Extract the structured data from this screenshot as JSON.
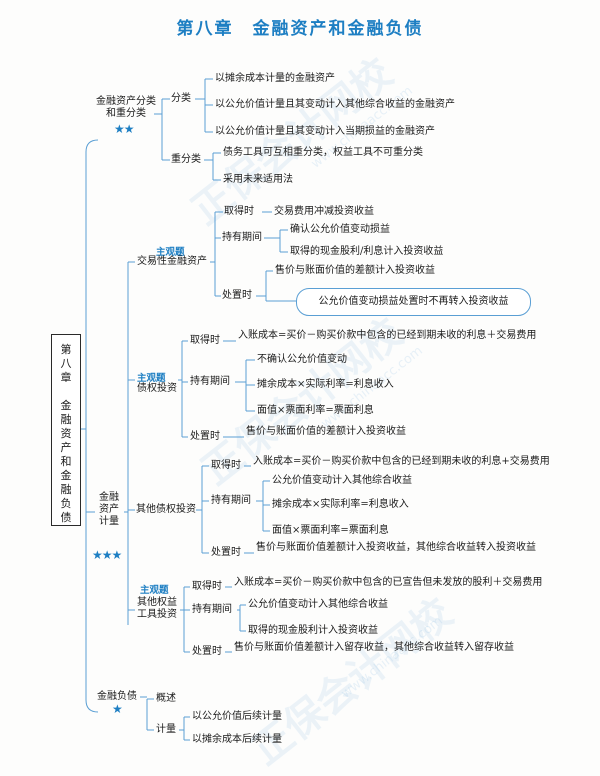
{
  "title": "第八章　金融资产和金融负债",
  "root": "第\n八\n章\n\n金\n融\n资\n产\n和\n金\n融\n负\n债",
  "tag": "主观题",
  "stars": {
    "two": "★★",
    "three": "★★★",
    "one": "★"
  },
  "watermark": {
    "big": "正保会计网校",
    "small": "www.chinaacc.com"
  },
  "classification": {
    "label": "金融资产分类\n和重分类",
    "fenlei": "分类",
    "fenlei_items": [
      "以摊余成本计量的金融资产",
      "以公允价值计量且其变动计入其他综合收益的金融资产",
      "以公允价值计量且其变动计入当期损益的金融资产"
    ],
    "chongfenlei": "重分类",
    "chongfenlei_items": [
      "债务工具可互相重分类，权益工具不可重分类",
      "采用未来适用法"
    ]
  },
  "measurement": {
    "label": "金融\n资产\n计量",
    "trading": {
      "label": "交易性金融资产",
      "acq": "取得时",
      "acq_item": "交易费用冲减投资收益",
      "hold": "持有期间",
      "hold_items": [
        "确认公允价值变动损益",
        "取得的现金股利/利息计入投资收益"
      ],
      "disp": "处置时",
      "disp_item": "售价与账面价值的差额计入投资收益",
      "note": "公允价值变动损益处置时不再转入投资收益"
    },
    "debt": {
      "label": "债权投资",
      "acq": "取得时",
      "acq_item": "入账成本=买价－购买价款中包含的已经到期未收的利息＋交易费用",
      "hold": "持有期间",
      "hold_items": [
        "不确认公允价值变动",
        "摊余成本×实际利率=利息收入",
        "面值×票面利率=票面利息"
      ],
      "disp": "处置时",
      "disp_item": "售价与账面价值的差额计入投资收益"
    },
    "other_debt": {
      "label": "其他债权投资",
      "acq": "取得时",
      "acq_item": "入账成本=买价－购买价款中包含的已经到期未收的利息+交易费用",
      "hold": "持有期间",
      "hold_items": [
        "公允价值变动计入其他综合收益",
        "摊余成本×实际利率=利息收入",
        "面值×票面利率=票面利息"
      ],
      "disp": "处置时",
      "disp_item": "售价与账面价值差额计入投资收益，其他综合收益转入投资收益"
    },
    "other_equity": {
      "label": "其他权益\n工具投资",
      "acq": "取得时",
      "acq_item": "入账成本=买价－购买价款中包含的已宣告但未发放的股利＋交易费用",
      "hold": "持有期间",
      "hold_items": [
        "公允价值变动计入其他综合收益",
        "取得的现金股利计入投资收益"
      ],
      "disp": "处置时",
      "disp_item": "售价与账面价值差额计入留存收益，其他综合收益转入留存收益"
    }
  },
  "liability": {
    "label": "金融负债",
    "overview": "概述",
    "measure": "计量",
    "measure_items": [
      "以公允价值后续计量",
      "以摊余成本后续计量"
    ]
  }
}
